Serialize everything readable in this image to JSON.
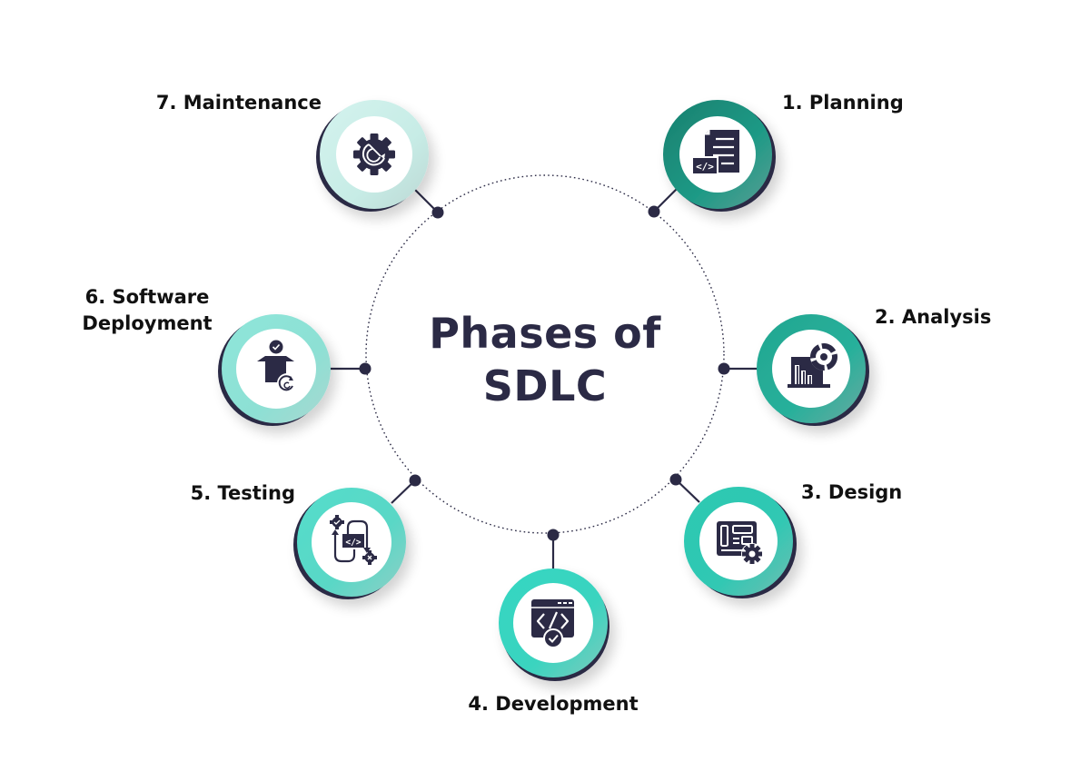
{
  "title": {
    "line1": "Phases of",
    "line2": "SDLC"
  },
  "colors": {
    "dark": "#2b2a45",
    "text": "#111111",
    "teal_dark": "#1a8a78",
    "teal_mid": "#2bb3a0",
    "teal_bright": "#33d1bd",
    "teal_light": "#8ee6da",
    "mint_pale": "#c9efea"
  },
  "phases": [
    {
      "number": "1.",
      "name": "Planning",
      "label": "1. Planning",
      "icon": "code-document-icon"
    },
    {
      "number": "2.",
      "name": "Analysis",
      "label": "2. Analysis",
      "icon": "laptop-chart-icon"
    },
    {
      "number": "3.",
      "name": "Design",
      "label": "3. Design",
      "icon": "layout-gear-icon"
    },
    {
      "number": "4.",
      "name": "Development",
      "label": "4. Development",
      "icon": "code-window-check-icon"
    },
    {
      "number": "5.",
      "name": "Testing",
      "label": "5. Testing",
      "icon": "code-cycle-icon"
    },
    {
      "number": "6.",
      "name": "Software Deployment",
      "label_line1": "6. Software",
      "label_line2": "Deployment",
      "icon": "box-deploy-icon"
    },
    {
      "number": "7.",
      "name": "Maintenance",
      "label": "7. Maintenance",
      "icon": "gear-refresh-icon"
    }
  ]
}
